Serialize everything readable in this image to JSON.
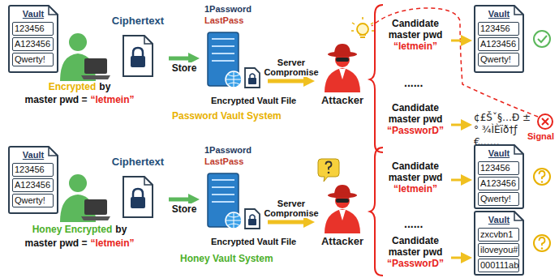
{
  "diagram": {
    "nodes": [
      {
        "text": [
          "Vault",
          "123456",
          "A123456",
          "Qwerty!"
        ]
      },
      {
        "text": [
          "Ciphertext"
        ]
      },
      {
        "text": [
          "1Password",
          "LastPass"
        ]
      },
      {
        "text": [
          "Attacker"
        ]
      },
      {
        "text": [
          "Candidate master pwd",
          "“letmein”"
        ]
      },
      {
        "text": [
          "Vault",
          "123456",
          "A123456",
          "Qwerty!"
        ]
      },
      {
        "text": [
          "Candidate master pwd",
          "“PassworD”"
        ]
      },
      {
        "text": [
          "¢£Šˇ§…Ð ± ° ¾ÌÈïð†ƒ€……"
        ]
      },
      {
        "text": [
          "Vault",
          "123456",
          "A123456",
          "Qwerty!"
        ]
      },
      {
        "text": [
          "Ciphertext"
        ]
      },
      {
        "text": [
          "1Password",
          "LastPass"
        ]
      },
      {
        "text": [
          "Attacker"
        ]
      },
      {
        "text": [
          "Candidate master pwd",
          "“letmein”"
        ]
      },
      {
        "text": [
          "Vault",
          "123456",
          "A123456",
          "Qwerty!"
        ]
      },
      {
        "text": [
          "Candidate master pwd",
          "“PassworD”"
        ]
      },
      {
        "text": [
          "Vault",
          "zxcvbn1",
          "iloveyou#",
          "000111ab"
        ]
      }
    ],
    "edges": [
      {
        "from": 1,
        "to": 2,
        "label": "Store",
        "arrow": "to"
      },
      {
        "from": 2,
        "to": 3,
        "label": "Server Compromise",
        "arrow": "to"
      },
      {
        "from": 4,
        "to": 5,
        "arrow": "to"
      },
      {
        "from": 6,
        "to": 7,
        "arrow": "to"
      },
      {
        "from": 9,
        "to": 10,
        "label": "Store",
        "arrow": "to"
      },
      {
        "from": 10,
        "to": 11,
        "label": "Server Compromise",
        "arrow": "to"
      },
      {
        "from": 12,
        "to": 13,
        "arrow": "to"
      },
      {
        "from": 14,
        "to": 15,
        "arrow": "to"
      }
    ],
    "labels": [
      "Encrypted",
      "by",
      "master pwd =",
      "“letmein”",
      "Encrypted Vault File",
      "Password Vault System",
      "......",
      "Signal",
      "Honey Encrypted",
      "by",
      "master pwd =",
      "“letmein”",
      "Encrypted Vault File",
      "Honey Vault System",
      "......"
    ]
  }
}
